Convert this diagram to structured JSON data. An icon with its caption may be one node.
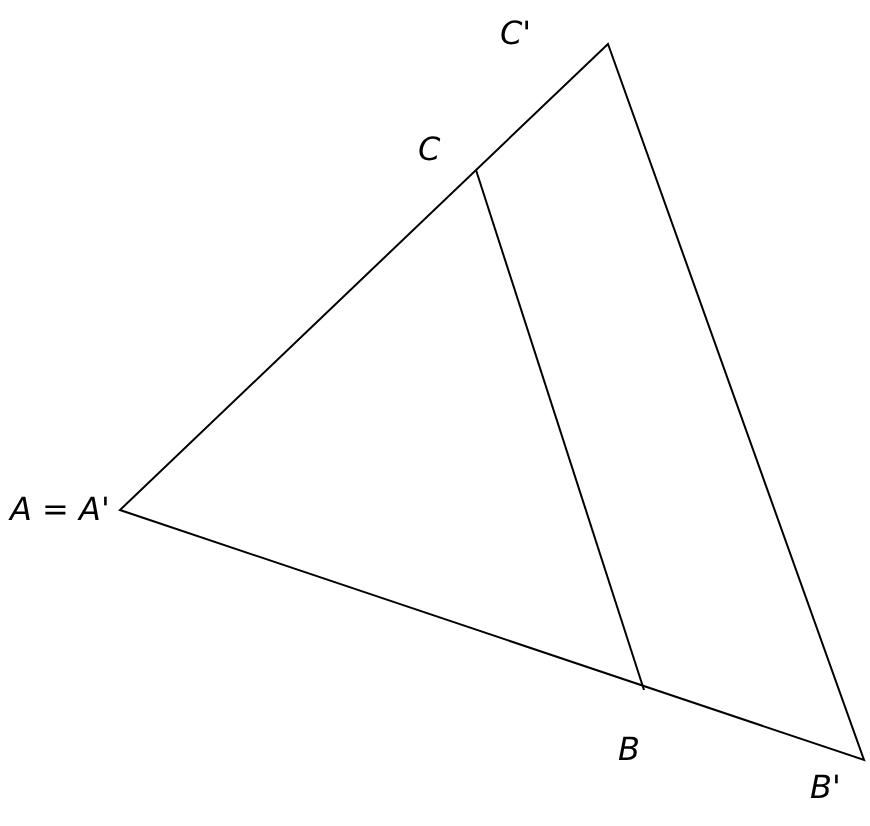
{
  "diagram": {
    "labels": [
      "C'",
      "C",
      "A = A'",
      "B",
      "B'"
    ]
  }
}
